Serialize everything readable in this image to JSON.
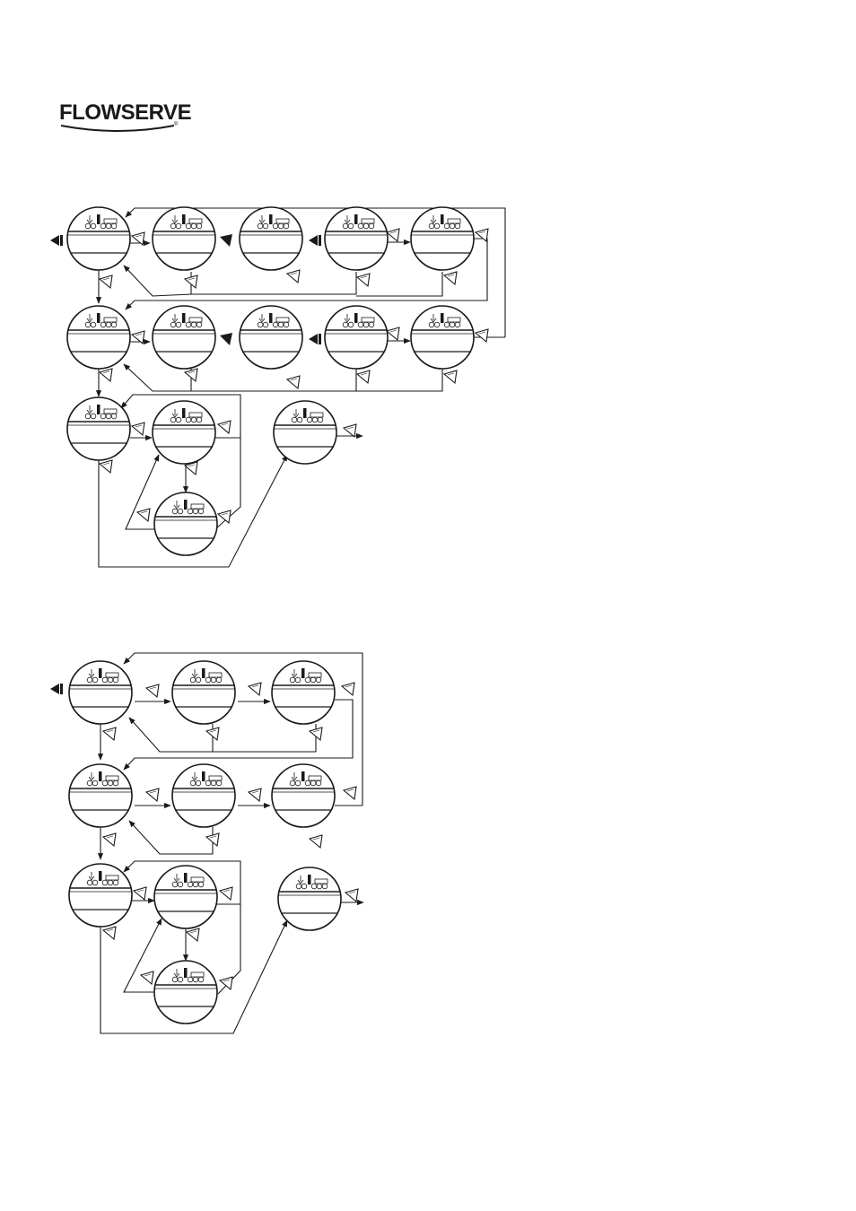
{
  "brand": {
    "name": "FLOWSERVE",
    "registered_mark": "®"
  },
  "diagrams": [
    {
      "id": "top",
      "rows": 3,
      "device_count": 14
    },
    {
      "id": "bottom",
      "rows": 3,
      "device_count": 10
    }
  ],
  "colors": {
    "ink": "#1a1a1a",
    "paper": "#ffffff"
  },
  "icons": [
    "flowserve-logo",
    "device-display-icon",
    "press-key-icon",
    "hold-key-icon",
    "arrow-icon"
  ]
}
